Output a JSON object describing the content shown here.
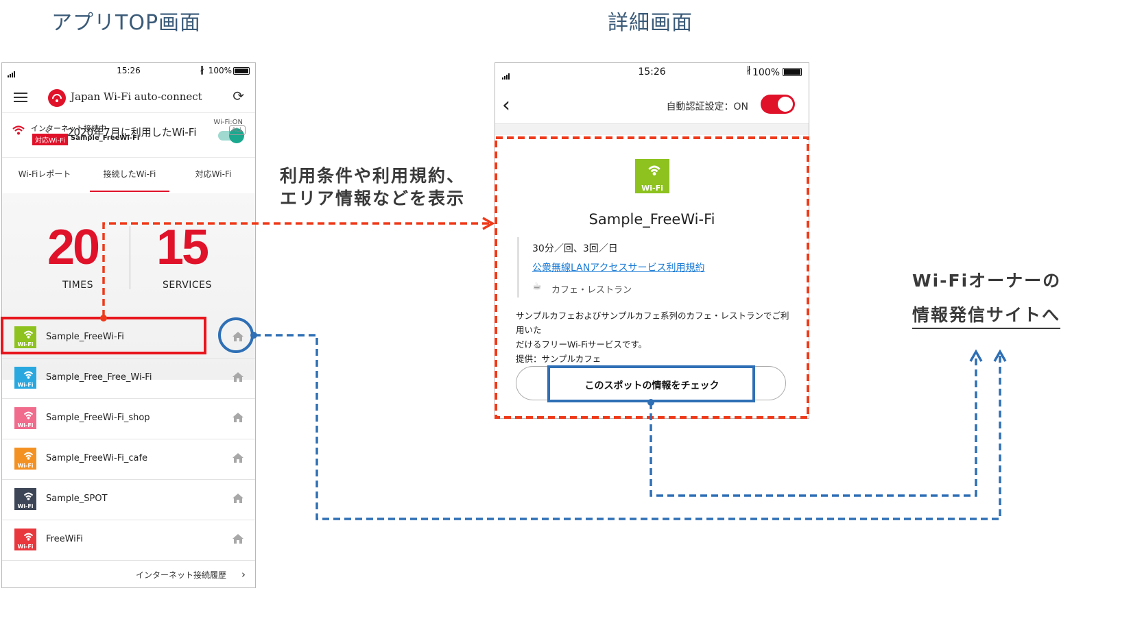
{
  "captions": {
    "left": "アプリTOP画面",
    "right": "詳細画面"
  },
  "status_bar_left": {
    "time": "15:26",
    "battery": "100%",
    "bt": "∦"
  },
  "status_bar_right": {
    "time": "15:26",
    "battery": "100%",
    "bt": "∦"
  },
  "app": {
    "title": "Japan Wi-Fi auto-connect",
    "icons": {
      "menu": "hamburger-icon",
      "logo": "wifi-logo-icon",
      "refresh": "refresh-icon"
    },
    "connection": {
      "status": "インターネット接続中",
      "tag": "対応Wi-Fi",
      "ssid": "Sample_FreeWi-Fi",
      "wifi_label": "Wi-Fi:ON"
    },
    "tabs": [
      {
        "label": "Wi-Fiレポート"
      },
      {
        "label": "接続したWi-Fi"
      },
      {
        "label": "対応Wi-Fi"
      }
    ],
    "active_tab": "接続したWi-Fi",
    "month_label": "2020年7月に利用したWi-Fi",
    "all_badge": "ALL",
    "stats": {
      "times_value": "20",
      "times_label": "TIMES",
      "services_value": "15",
      "services_label": "SERVICES"
    },
    "wifi_list": [
      {
        "name": "Sample_FreeWi-Fi",
        "color": "#8dc21f",
        "badge": "Wi-Fi"
      },
      {
        "name": "Sample_Free_Free_Wi-Fi",
        "color": "#29a8e0",
        "badge": "Wi-Fi"
      },
      {
        "name": "Sample_FreeWi-Fi_shop",
        "color": "#f06b8c",
        "badge": "Wi-Fi"
      },
      {
        "name": "Sample_FreeWi-Fi_cafe",
        "color": "#f39223",
        "badge": "Wi-Fi"
      },
      {
        "name": "Sample_SPOT",
        "color": "#3c4656",
        "badge": "Wi-Fi"
      },
      {
        "name": "FreeWiFi",
        "color": "#e8373d",
        "badge": "Wi-Fi"
      }
    ],
    "history_link": "インターネット接続履歴"
  },
  "detail": {
    "auto_auth_label": "自動認証設定：ON",
    "name": "Sample_FreeWi-Fi",
    "icon_color": "#8dc21f",
    "icon_badge": "Wi-Fi",
    "usage": "30分／回、3回／日",
    "terms_link": "公衆無線LANアクセスサービス利用規約",
    "category_icon": "cup-icon",
    "category": "カフェ・レストラン",
    "description_line1": "サンプルカフェおよびサンプルカフェ系列のカフェ・レストランでご利用いた",
    "description_line2": "だけるフリーWi-Fiサービスです。",
    "provider": "提供：サンプルカフェ",
    "check_button": "このスポットの情報をチェック"
  },
  "annotations": {
    "detail_note_line1": "利用条件や利用規約、",
    "detail_note_line2": "エリア情報などを表示",
    "owner_line1": "Wi-Fiオーナーの",
    "owner_line2": "情報発信サイトへ"
  },
  "colors": {
    "accent_red": "#e0122a",
    "annot_orange": "#ee3a1a",
    "annot_blue": "#2e6fb5",
    "caption": "#3a5a78",
    "toggle_green": "#1aa88f"
  }
}
